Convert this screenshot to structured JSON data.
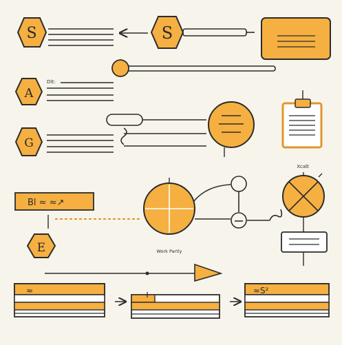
{
  "colors": {
    "background": "#f7f4ec",
    "accent": "#f5b041",
    "accent_dark": "#e0962a",
    "ink": "#2b2b2b"
  },
  "badges": {
    "top_left": "S",
    "top_center": "S",
    "second": "A",
    "third": "G",
    "bottom_left": "E"
  },
  "labels": {
    "tiny_top": "Dlt:",
    "flag_text": "Bl ≈ ≈↗",
    "center_caption": "Work Partly",
    "clipboard_caption": "Xcalt",
    "table_left_symbol": "≈",
    "table_right_symbol": "≈S²"
  }
}
